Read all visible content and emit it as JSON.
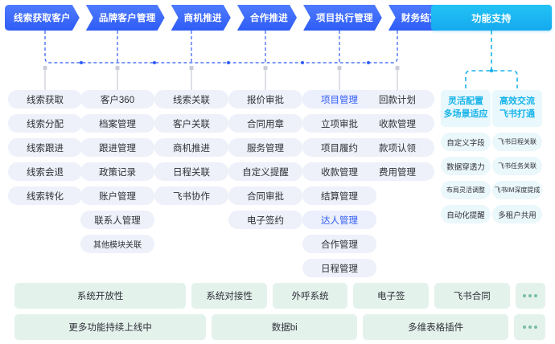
{
  "flow": {
    "tabs": [
      {
        "label": "线索获取客户"
      },
      {
        "label": "品牌客户管理"
      },
      {
        "label": "商机推进"
      },
      {
        "label": "合作推进"
      },
      {
        "label": "项目执行管理"
      },
      {
        "label": "财务结算"
      }
    ]
  },
  "support": {
    "header": "功能支持",
    "groups": [
      {
        "title_line1": "灵活配置",
        "title_line2": "多场景适应",
        "items": [
          "自定义字段",
          "数据穿透力",
          "布局灵活调整",
          "自动化提醒"
        ]
      },
      {
        "title_line1": "高效交流",
        "title_line2": "飞书打通",
        "items": [
          "飞书日程关联",
          "飞书任务关联",
          "飞书IM深度提成",
          "多租户共用"
        ]
      }
    ]
  },
  "columns": [
    {
      "items": [
        {
          "label": "线索获取"
        },
        {
          "label": "线索分配"
        },
        {
          "label": "线索跟进"
        },
        {
          "label": "线索会退"
        },
        {
          "label": "线索转化"
        }
      ]
    },
    {
      "items": [
        {
          "label": "客户360"
        },
        {
          "label": "档案管理"
        },
        {
          "label": "跟进管理"
        },
        {
          "label": "政策记录"
        },
        {
          "label": "账户管理"
        },
        {
          "label": "联系人管理"
        },
        {
          "label": "其他模块关联",
          "small": true
        }
      ]
    },
    {
      "items": [
        {
          "label": "线索关联"
        },
        {
          "label": "客户关联"
        },
        {
          "label": "商机推进"
        },
        {
          "label": "日程关联"
        },
        {
          "label": "飞书协作"
        }
      ]
    },
    {
      "items": [
        {
          "label": "报价审批"
        },
        {
          "label": "合同用章"
        },
        {
          "label": "服务管理"
        },
        {
          "label": "自定义提醒"
        },
        {
          "label": "合同审批"
        },
        {
          "label": "电子签约"
        }
      ]
    },
    {
      "items": [
        {
          "label": "项目管理",
          "accent": true
        },
        {
          "label": "立项审批"
        },
        {
          "label": "项目履约"
        },
        {
          "label": "收款管理"
        },
        {
          "label": "结算管理"
        },
        {
          "label": "达人管理",
          "accent": true
        },
        {
          "label": "合作管理"
        },
        {
          "label": "日程管理"
        }
      ]
    },
    {
      "items": [
        {
          "label": "回款计划"
        },
        {
          "label": "收款管理"
        },
        {
          "label": "款项认领"
        },
        {
          "label": "费用管理"
        }
      ]
    }
  ],
  "bottom": {
    "row1": [
      {
        "label": "系统开放性",
        "flex": 228
      },
      {
        "label": "系统对接性",
        "flex": 100
      },
      {
        "label": "外呼系统",
        "flex": 100
      },
      {
        "label": "电子签",
        "flex": 100
      },
      {
        "label": "飞书合同",
        "flex": 100
      },
      {
        "label": "",
        "flex": 40,
        "dots": true
      }
    ],
    "row2": [
      {
        "label": "更多功能持续上线中",
        "flex": 245
      },
      {
        "label": "数据bi",
        "flex": 186
      },
      {
        "label": "多维表格插件",
        "flex": 186
      },
      {
        "label": "",
        "flex": 40,
        "dots": true
      }
    ]
  },
  "colors": {
    "tab_blue": "#2f5cf5",
    "support_cyan": "#15a9ef",
    "pill_bg": "#eef0fa",
    "bottom_bg": "#e4f2ec"
  }
}
